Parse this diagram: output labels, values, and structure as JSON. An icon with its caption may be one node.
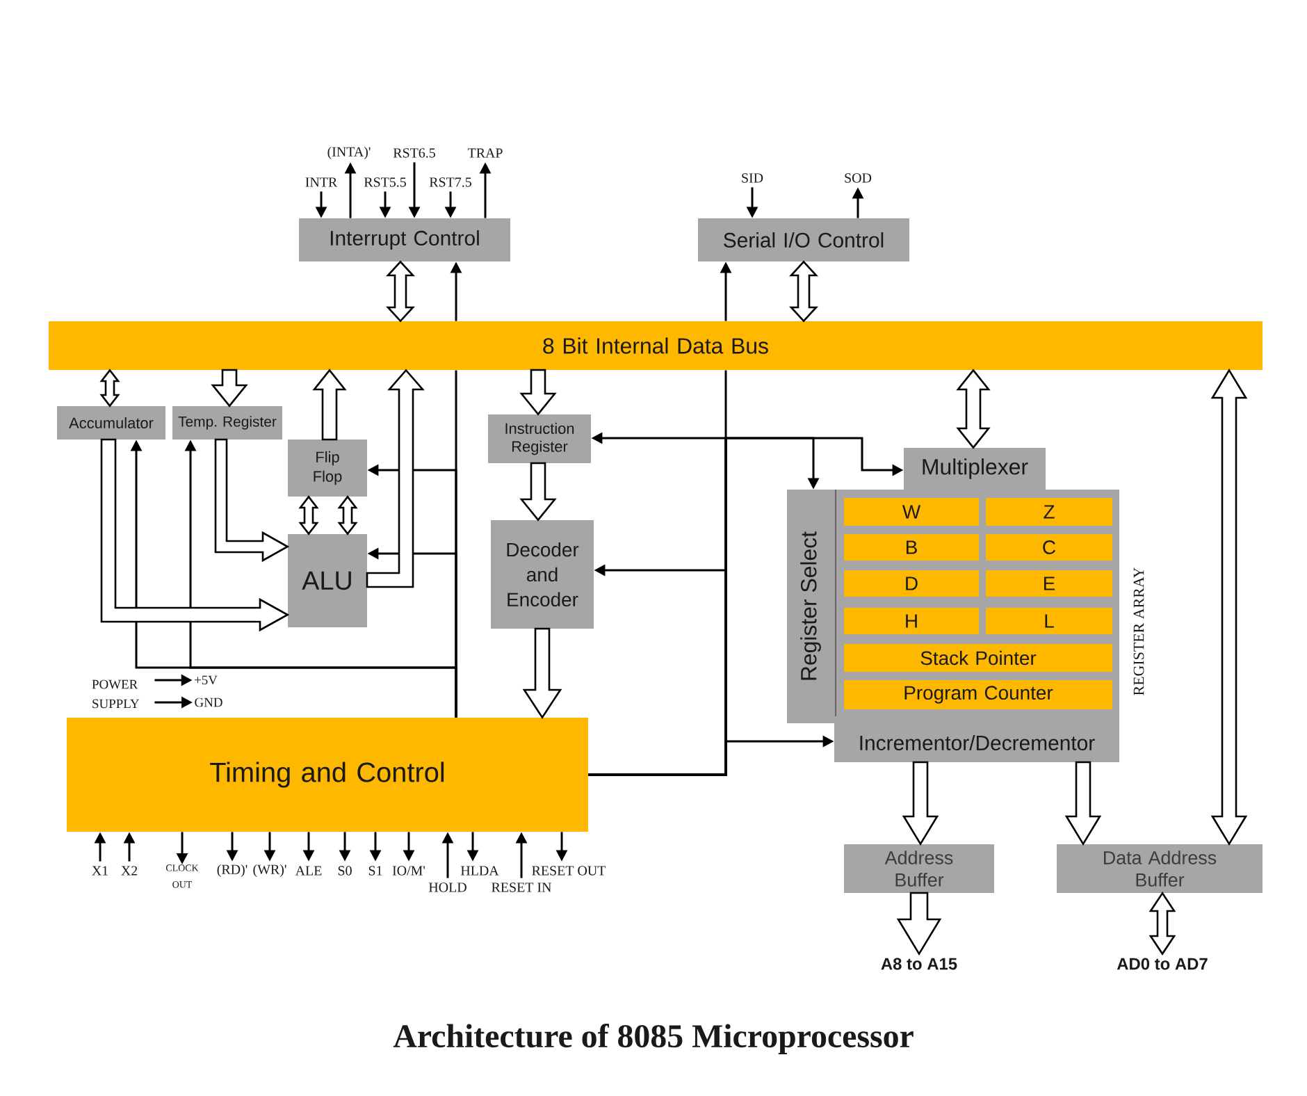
{
  "diagram": {
    "title": "Architecture of 8085 Microprocessor",
    "nodes": [
      {
        "text": [
          "(INTA)'"
        ]
      },
      {
        "text": [
          "RST6.5"
        ]
      },
      {
        "text": [
          "TRAP"
        ]
      },
      {
        "text": [
          "INTR"
        ]
      },
      {
        "text": [
          "RST5.5"
        ]
      },
      {
        "text": [
          "RST7.5"
        ]
      },
      {
        "text": [
          "SID"
        ]
      },
      {
        "text": [
          "SOD"
        ]
      },
      {
        "text": [
          "Interrupt Control"
        ]
      },
      {
        "text": [
          "Serial I/O Control"
        ]
      },
      {
        "text": [
          "8 Bit Internal Data Bus"
        ]
      },
      {
        "text": [
          "Accumulator"
        ]
      },
      {
        "text": [
          "Temp. Register"
        ]
      },
      {
        "text": [
          "Instruction Register"
        ]
      },
      {
        "text": [
          "Multiplexer"
        ]
      },
      {
        "text": [
          "Flip Flop"
        ]
      },
      {
        "text": [
          "ALU"
        ]
      },
      {
        "text": [
          "Decoder and Encoder"
        ]
      },
      {
        "text": [
          "REGISTER ARRAY"
        ]
      },
      {
        "text": [
          "Register Select"
        ],
        "in": 18
      },
      {
        "text": [
          "W"
        ],
        "in": 18
      },
      {
        "text": [
          "Z"
        ],
        "in": 18
      },
      {
        "text": [
          "B"
        ],
        "in": 18
      },
      {
        "text": [
          "C"
        ],
        "in": 18
      },
      {
        "text": [
          "D"
        ],
        "in": 18
      },
      {
        "text": [
          "E"
        ],
        "in": 18
      },
      {
        "text": [
          "H"
        ],
        "in": 18
      },
      {
        "text": [
          "L"
        ],
        "in": 18
      },
      {
        "text": [
          "Stack Pointer"
        ],
        "in": 18
      },
      {
        "text": [
          "Program Counter"
        ],
        "in": 18
      },
      {
        "text": [
          "Incrementor/Decrementor"
        ],
        "in": 18
      },
      {
        "text": [
          "POWER SUPPLY"
        ]
      },
      {
        "text": [
          "+5V"
        ]
      },
      {
        "text": [
          "GND"
        ]
      },
      {
        "text": [
          "Timing and Control"
        ]
      },
      {
        "text": [
          "X1"
        ]
      },
      {
        "text": [
          "X2"
        ]
      },
      {
        "text": [
          "CLOCK OUT"
        ]
      },
      {
        "text": [
          "(RD)'"
        ]
      },
      {
        "text": [
          "(WR)'"
        ]
      },
      {
        "text": [
          "ALE"
        ]
      },
      {
        "text": [
          "S0"
        ]
      },
      {
        "text": [
          "S1"
        ]
      },
      {
        "text": [
          "IO/M'"
        ]
      },
      {
        "text": [
          "HOLD"
        ]
      },
      {
        "text": [
          "HLDA"
        ]
      },
      {
        "text": [
          "RESET IN"
        ]
      },
      {
        "text": [
          "RESET OUT"
        ]
      },
      {
        "text": [
          "Address Buffer"
        ]
      },
      {
        "text": [
          "Data Address Buffer"
        ]
      },
      {
        "text": [
          "A8 to A15"
        ]
      },
      {
        "text": [
          "AD0 to AD7"
        ]
      }
    ],
    "edges": [
      {
        "from": 3,
        "to": 8,
        "arrow": "to"
      },
      {
        "from": 8,
        "to": 0,
        "arrow": "to"
      },
      {
        "from": 4,
        "to": 8,
        "arrow": "to"
      },
      {
        "from": 1,
        "to": 8,
        "arrow": "to"
      },
      {
        "from": 5,
        "to": 8,
        "arrow": "to"
      },
      {
        "from": 8,
        "to": 2,
        "arrow": "to"
      },
      {
        "from": 6,
        "to": 9,
        "arrow": "to"
      },
      {
        "from": 9,
        "to": 7,
        "arrow": "to"
      },
      {
        "from": 8,
        "to": 10,
        "arrow": "both",
        "style": "thick"
      },
      {
        "from": 9,
        "to": 10,
        "arrow": "both",
        "style": "thick"
      },
      {
        "from": 34,
        "to": 10,
        "arrow": "none"
      },
      {
        "from": 10,
        "to": 8,
        "arrow": "to"
      },
      {
        "from": 34,
        "to": 15,
        "arrow": "to"
      },
      {
        "from": 34,
        "to": 16,
        "arrow": "to"
      },
      {
        "from": 34,
        "to": 11,
        "arrow": "to"
      },
      {
        "from": 34,
        "to": 12,
        "arrow": "to"
      },
      {
        "from": 10,
        "to": 11,
        "arrow": "both",
        "style": "thick"
      },
      {
        "from": 10,
        "to": 12,
        "arrow": "to",
        "style": "thick"
      },
      {
        "from": 15,
        "to": 10,
        "arrow": "to",
        "style": "thick"
      },
      {
        "from": 16,
        "to": 10,
        "arrow": "to",
        "style": "thick"
      },
      {
        "from": 15,
        "to": 16,
        "arrow": "both",
        "style": "thick"
      },
      {
        "from": 15,
        "to": 16,
        "arrow": "both",
        "style": "thick"
      },
      {
        "from": 11,
        "to": 16,
        "arrow": "to",
        "style": "thick"
      },
      {
        "from": 12,
        "to": 16,
        "arrow": "to",
        "style": "thick"
      },
      {
        "from": 10,
        "to": 13,
        "arrow": "to",
        "style": "thick"
      },
      {
        "from": 13,
        "to": 17,
        "arrow": "to",
        "style": "thick"
      },
      {
        "from": 17,
        "to": 34,
        "arrow": "to",
        "style": "thick"
      },
      {
        "from": 34,
        "to": 10,
        "arrow": "none"
      },
      {
        "from": 10,
        "to": 9,
        "arrow": "to"
      },
      {
        "from": 34,
        "to": 17,
        "arrow": "to"
      },
      {
        "from": 34,
        "to": 13,
        "arrow": "to"
      },
      {
        "from": 34,
        "to": 14,
        "arrow": "to"
      },
      {
        "from": 34,
        "to": 19,
        "arrow": "to"
      },
      {
        "from": 34,
        "to": 30,
        "arrow": "to"
      },
      {
        "from": 10,
        "to": 14,
        "arrow": "both",
        "style": "thick"
      },
      {
        "from": 10,
        "to": 49,
        "arrow": "both",
        "style": "thick"
      },
      {
        "from": 30,
        "to": 48,
        "arrow": "to",
        "style": "thick"
      },
      {
        "from": 30,
        "to": 49,
        "arrow": "to",
        "style": "thick"
      },
      {
        "from": 48,
        "to": 50,
        "arrow": "to",
        "style": "thick"
      },
      {
        "from": 49,
        "to": 51,
        "arrow": "both",
        "style": "thick"
      },
      {
        "from": 31,
        "to": 32,
        "arrow": "to"
      },
      {
        "from": 31,
        "to": 33,
        "arrow": "to"
      },
      {
        "from": 35,
        "to": 34,
        "arrow": "to"
      },
      {
        "from": 36,
        "to": 34,
        "arrow": "to"
      },
      {
        "from": 34,
        "to": 37,
        "arrow": "to"
      },
      {
        "from": 34,
        "to": 38,
        "arrow": "to"
      },
      {
        "from": 34,
        "to": 39,
        "arrow": "to"
      },
      {
        "from": 34,
        "to": 40,
        "arrow": "to"
      },
      {
        "from": 34,
        "to": 41,
        "arrow": "to"
      },
      {
        "from": 34,
        "to": 42,
        "arrow": "to"
      },
      {
        "from": 34,
        "to": 43,
        "arrow": "to"
      },
      {
        "from": 44,
        "to": 34,
        "arrow": "to"
      },
      {
        "from": 34,
        "to": 45,
        "arrow": "to"
      },
      {
        "from": 46,
        "to": 34,
        "arrow": "to"
      },
      {
        "from": 34,
        "to": 47,
        "arrow": "to"
      }
    ]
  }
}
